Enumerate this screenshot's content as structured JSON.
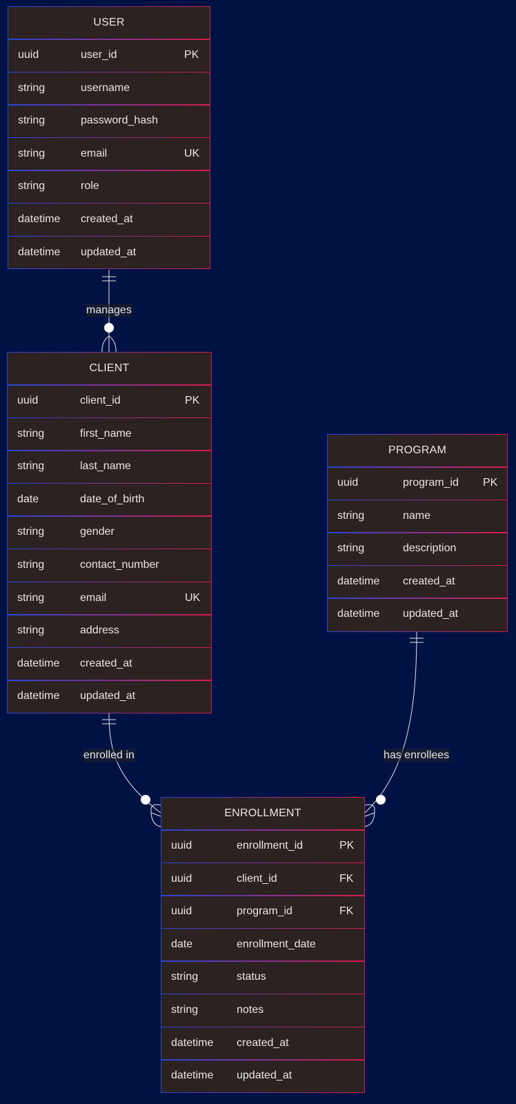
{
  "entities": {
    "user": {
      "title": "USER",
      "attributes": [
        {
          "type": "uuid",
          "name": "user_id",
          "key": "PK"
        },
        {
          "type": "string",
          "name": "username",
          "key": ""
        },
        {
          "type": "string",
          "name": "password_hash",
          "key": ""
        },
        {
          "type": "string",
          "name": "email",
          "key": "UK"
        },
        {
          "type": "string",
          "name": "role",
          "key": ""
        },
        {
          "type": "datetime",
          "name": "created_at",
          "key": ""
        },
        {
          "type": "datetime",
          "name": "updated_at",
          "key": ""
        }
      ]
    },
    "client": {
      "title": "CLIENT",
      "attributes": [
        {
          "type": "uuid",
          "name": "client_id",
          "key": "PK"
        },
        {
          "type": "string",
          "name": "first_name",
          "key": ""
        },
        {
          "type": "string",
          "name": "last_name",
          "key": ""
        },
        {
          "type": "date",
          "name": "date_of_birth",
          "key": ""
        },
        {
          "type": "string",
          "name": "gender",
          "key": ""
        },
        {
          "type": "string",
          "name": "contact_number",
          "key": ""
        },
        {
          "type": "string",
          "name": "email",
          "key": "UK"
        },
        {
          "type": "string",
          "name": "address",
          "key": ""
        },
        {
          "type": "datetime",
          "name": "created_at",
          "key": ""
        },
        {
          "type": "datetime",
          "name": "updated_at",
          "key": ""
        }
      ]
    },
    "program": {
      "title": "PROGRAM",
      "attributes": [
        {
          "type": "uuid",
          "name": "program_id",
          "key": "PK"
        },
        {
          "type": "string",
          "name": "name",
          "key": ""
        },
        {
          "type": "string",
          "name": "description",
          "key": ""
        },
        {
          "type": "datetime",
          "name": "created_at",
          "key": ""
        },
        {
          "type": "datetime",
          "name": "updated_at",
          "key": ""
        }
      ]
    },
    "enrollment": {
      "title": "ENROLLMENT",
      "attributes": [
        {
          "type": "uuid",
          "name": "enrollment_id",
          "key": "PK"
        },
        {
          "type": "uuid",
          "name": "client_id",
          "key": "FK"
        },
        {
          "type": "uuid",
          "name": "program_id",
          "key": "FK"
        },
        {
          "type": "date",
          "name": "enrollment_date",
          "key": ""
        },
        {
          "type": "string",
          "name": "status",
          "key": ""
        },
        {
          "type": "string",
          "name": "notes",
          "key": ""
        },
        {
          "type": "datetime",
          "name": "created_at",
          "key": ""
        },
        {
          "type": "datetime",
          "name": "updated_at",
          "key": ""
        }
      ]
    }
  },
  "relationships": {
    "manages": {
      "label": "manages",
      "from": "USER",
      "to": "CLIENT",
      "from_card": "exactly-one",
      "to_card": "zero-or-many"
    },
    "enrolled_in": {
      "label": "enrolled in",
      "from": "CLIENT",
      "to": "ENROLLMENT",
      "from_card": "exactly-one",
      "to_card": "zero-or-many"
    },
    "has_enrollees": {
      "label": "has enrollees",
      "from": "PROGRAM",
      "to": "ENROLLMENT",
      "from_card": "exactly-one",
      "to_card": "zero-or-many"
    }
  },
  "colors": {
    "background": "#001244",
    "entity_fill": "#2b2221",
    "border_start": "#2a45d8",
    "border_end": "#d81e4a",
    "text": "#e8e6e3",
    "line": "#e8e6e3"
  }
}
